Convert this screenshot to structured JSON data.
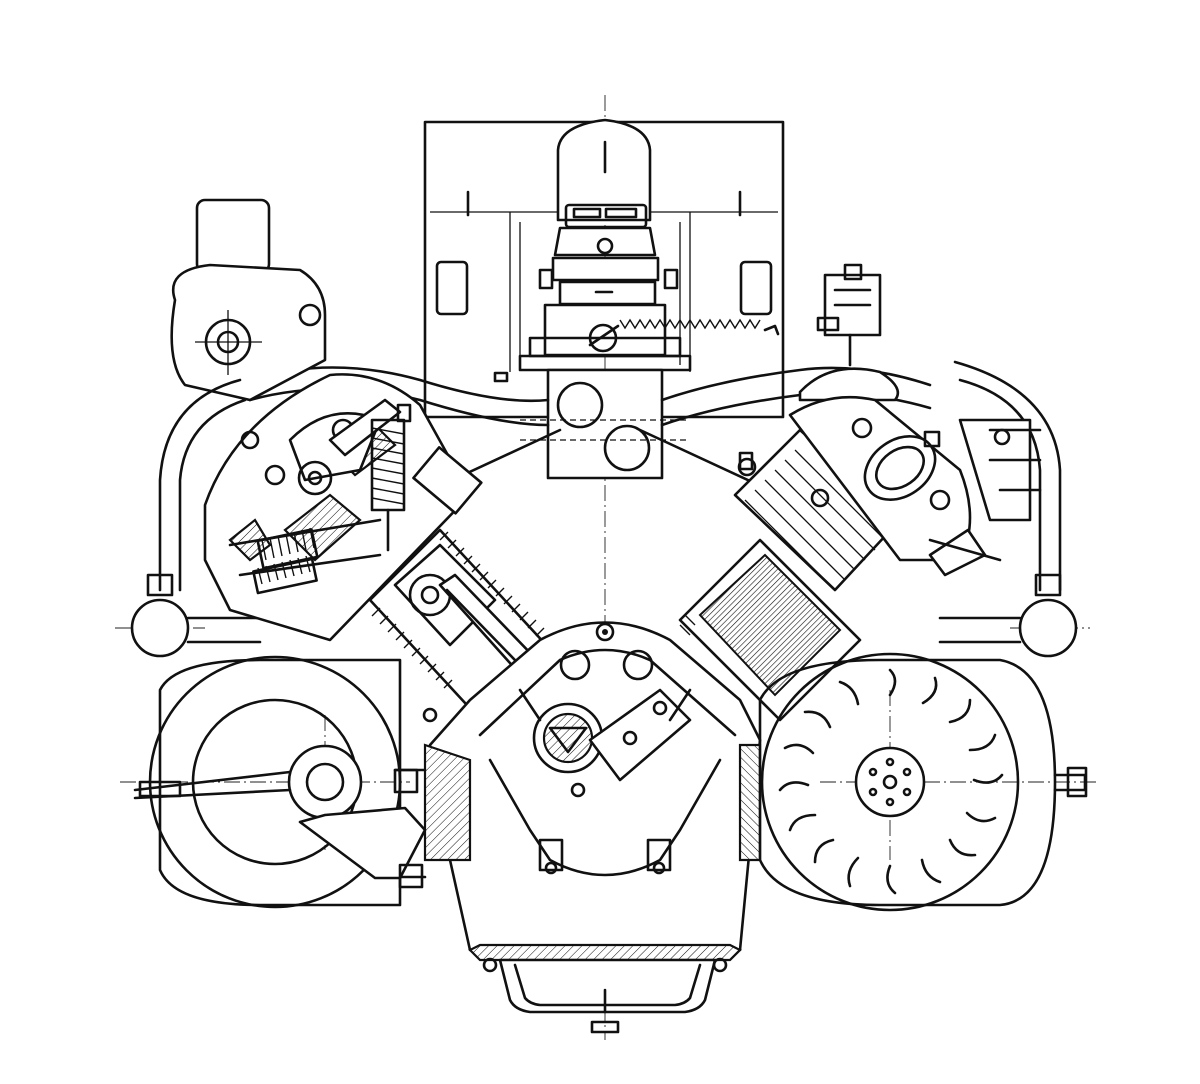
{
  "figure": {
    "kind": "engine-cross-section-line-drawing",
    "style": "black ink line art on white",
    "colors": {
      "ink": "#111111",
      "paper": "#ffffff"
    },
    "parts": [
      "carburetor-air-filter",
      "intake-manifold",
      "cooling-fan-housing",
      "left-cylinder-head-valvetrain",
      "right-cylinder-finned",
      "crankcase",
      "crankshaft",
      "connecting-rod",
      "oil-sump",
      "flywheel-left",
      "cooling-fan-wheel-right",
      "exhaust-pipes",
      "distributor",
      "generator"
    ]
  }
}
